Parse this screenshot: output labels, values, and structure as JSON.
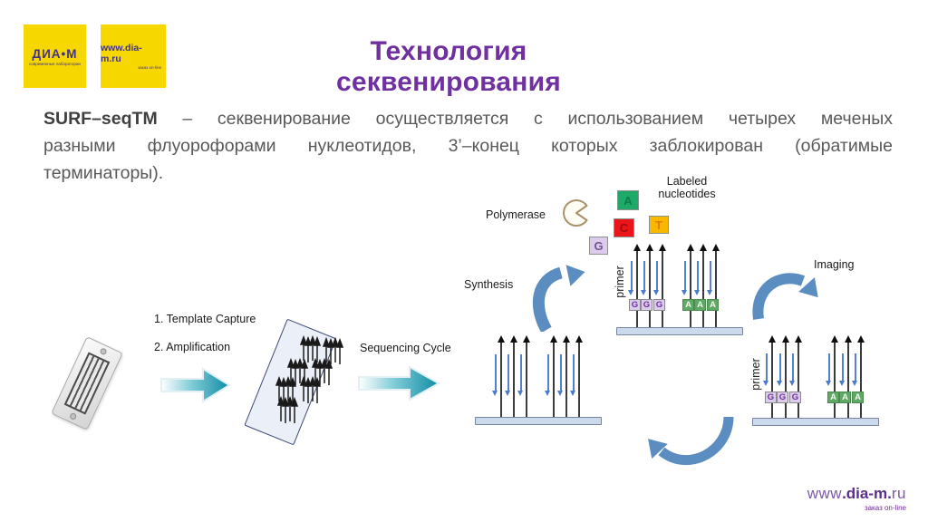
{
  "slide_title": "Технология секвенирования",
  "logos": {
    "logo1": {
      "title": "ДИА•М",
      "subtitle": "современные лаборатории"
    },
    "logo2": {
      "title": "www.dia-m.ru",
      "subtitle": "заказ on-line"
    }
  },
  "body": {
    "term": "SURF–seqTM",
    "line1_rest": "– секвенирование осуществляется с использованием четырех меченых",
    "line2": "разными флуорофорами нуклеотидов, 3’–конец которых заблокирован (обратимые",
    "line3": "терминаторы)."
  },
  "diagram": {
    "labels": {
      "step1": "1. Template Capture",
      "step2": "2. Amplification",
      "sequencing_cycle": "Sequencing Cycle",
      "synthesis": "Synthesis",
      "polymerase": "Polymerase",
      "labeled_nucleotides": "Labeled nucleotides",
      "imaging": "Imaging",
      "primer": "primer"
    },
    "free_nucleotides": {
      "a": "A",
      "c": "C",
      "t": "T",
      "g": "G"
    },
    "mid_assembly": {
      "g": [
        "G",
        "G",
        "G"
      ],
      "a": [
        "A",
        "A",
        "A"
      ]
    },
    "right_assembly": {
      "g": [
        "G",
        "G",
        "G"
      ],
      "a": [
        "A",
        "A",
        "A"
      ]
    }
  },
  "footer": {
    "www": "www",
    "domain": ".dia-m.",
    "tld": "ru",
    "subtitle": "заказ on-line"
  },
  "colors": {
    "title_purple": "#7030A0",
    "logo_yellow": "#F6D800",
    "logo_text": "#453384",
    "body_gray": "#595959",
    "teal_arrow": "#128FA6",
    "cycle_arrow_blue": "#5B8DC0",
    "strand_black": "#1A1A1A",
    "incorporation_blue": "#4A7CC7",
    "surface_bar": "#CBD9EC",
    "nt_a_green": "#1EA968",
    "nt_c_red": "#E9151B",
    "nt_t_yellow": "#F9B800",
    "nt_g_lavender": "#DCCCEC",
    "footer_purple": "#5B2D8E"
  }
}
